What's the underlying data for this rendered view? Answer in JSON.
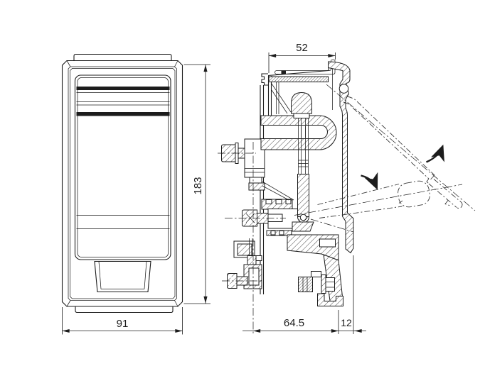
{
  "drawing": {
    "title": "latch-assembly-technical-drawing",
    "dimensions": {
      "top_width": "52",
      "overall_height": "183",
      "front_width": "91",
      "rear_depth": "64.5",
      "panel_offset": "12"
    }
  }
}
